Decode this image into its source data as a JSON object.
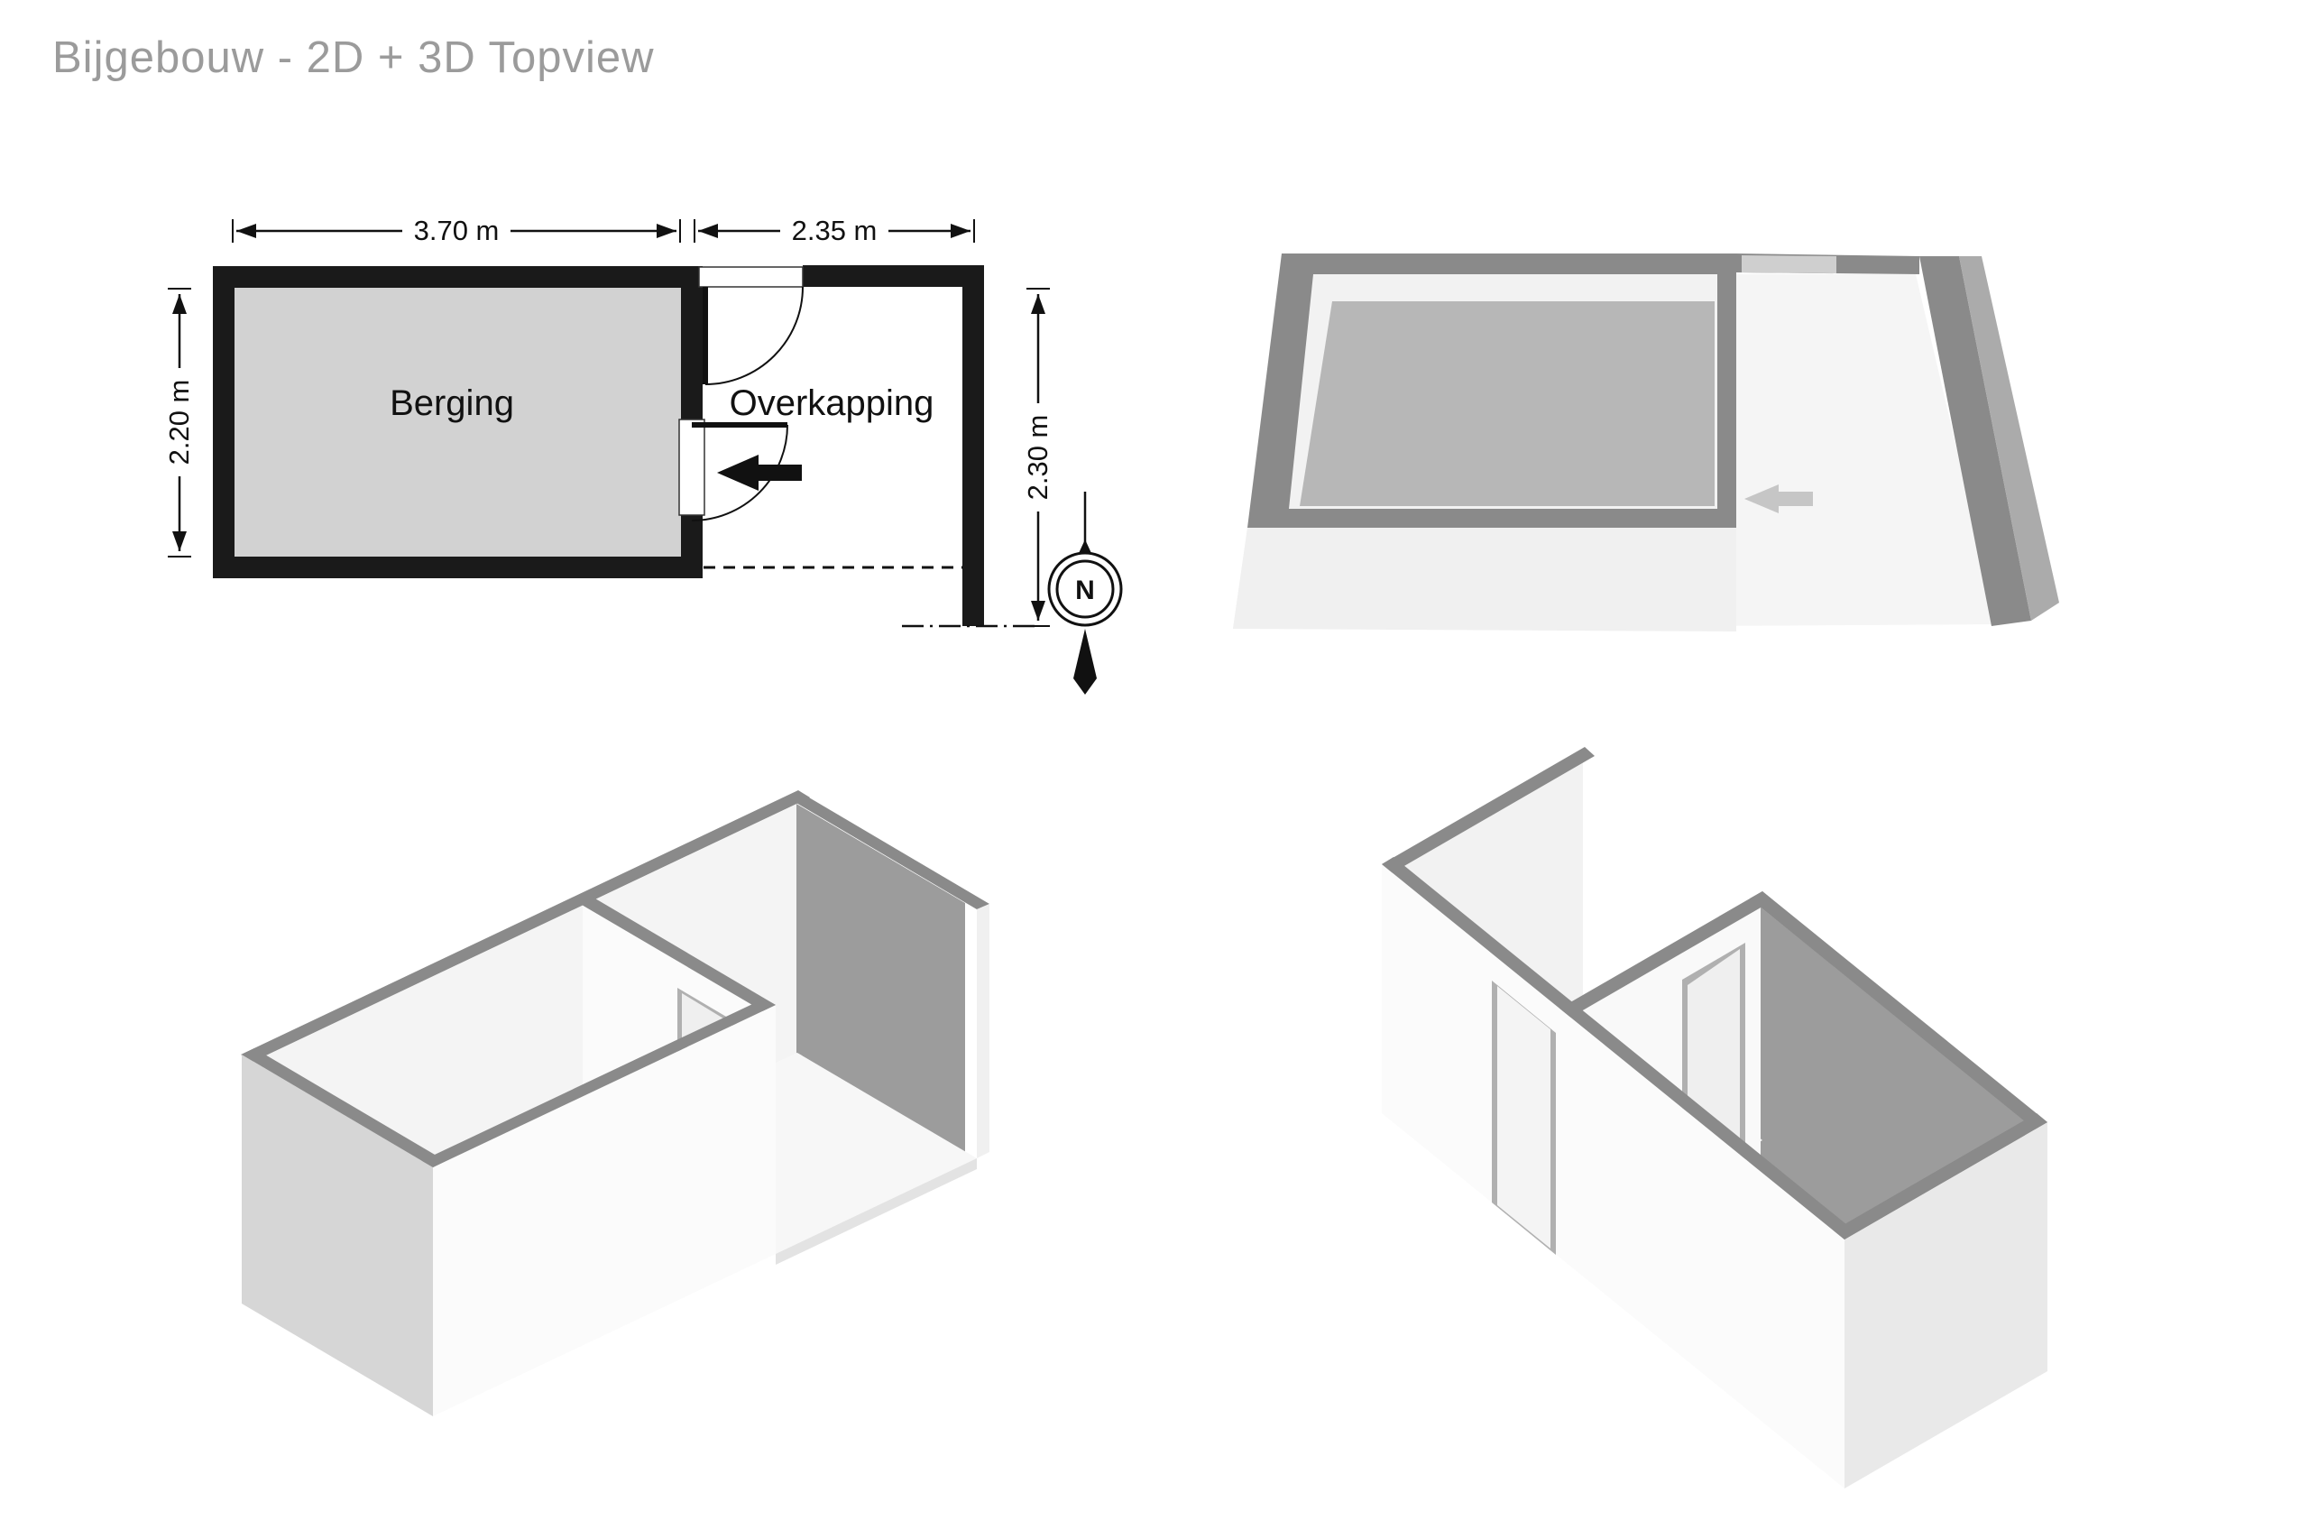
{
  "title": "Bijgebouw - 2D + 3D Topview",
  "floorplan_2d": {
    "rooms": [
      {
        "name": "Berging",
        "width_label": "3.70 m",
        "depth_label": "2.20 m"
      },
      {
        "name": "Overkapping",
        "width_label": "2.35 m",
        "depth_label": "2.30 m"
      }
    ],
    "compass": {
      "north_label": "N"
    }
  },
  "colors": {
    "title_text": "#9b9b9b",
    "wall_2d": "#1a1a1a",
    "room_fill_2d": "#d2d2d2",
    "wall_top_3d": "#8a8a8a",
    "wall_inner_dark_3d": "#9c9c9c",
    "wall_outer_shaded_3d": "#d6d6d6",
    "floor_dark_3d": "#b7b7b7",
    "floor_light_3d": "#f7f7f7",
    "door_frame_3d": "#b0b0b0"
  }
}
